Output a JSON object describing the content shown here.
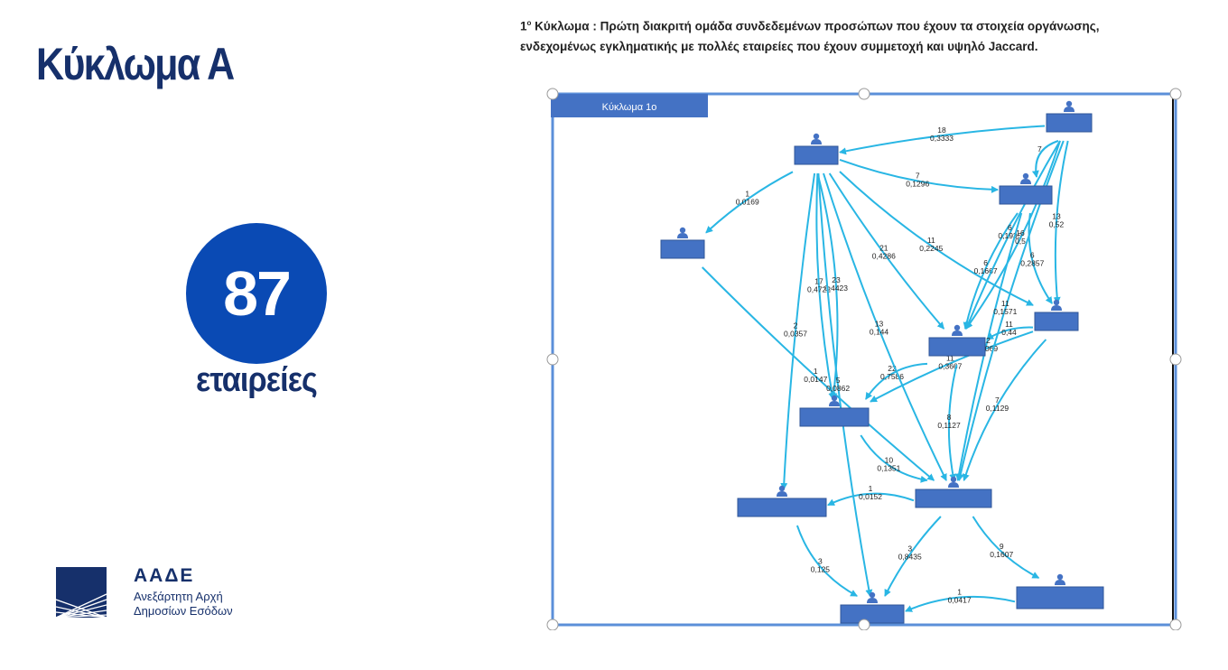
{
  "slide": {
    "title": "Κύκλωμα Α",
    "badge_number": "87",
    "badge_label": "εταιρείες"
  },
  "logo": {
    "abbr": "ΑΑΔΕ",
    "name_line1": "Ανεξάρτητη Αρχή",
    "name_line2": "Δημοσίων Εσόδων"
  },
  "caption": {
    "number": "1",
    "superscript": "ο",
    "text": " Κύκλωμα : Πρώτη διακριτή ομάδα συνδεδεμένων προσώπων που έχουν τα στοιχεία οργάνωσης, ενδεχομένως εγκληματικής με πολλές εταιρείες που έχουν συμμετοχή και υψηλό Jaccard."
  },
  "diagram": {
    "header_label": "Κύκλωμα 1ο",
    "colors": {
      "node": "#4472c4",
      "node_border": "#2f5597",
      "edge": "#29b6e4",
      "frame": "#5b8fd9",
      "label": "#222222"
    },
    "nodes": [
      {
        "id": "A"
      },
      {
        "id": "B"
      },
      {
        "id": "C"
      },
      {
        "id": "D"
      },
      {
        "id": "E"
      },
      {
        "id": "F"
      },
      {
        "id": "G"
      },
      {
        "id": "H"
      },
      {
        "id": "I"
      },
      {
        "id": "J"
      },
      {
        "id": "K"
      },
      {
        "id": "L"
      }
    ],
    "edges": [
      {
        "from": "B",
        "to": "A",
        "count": "18",
        "jaccard": "0,3333"
      },
      {
        "from": "A",
        "to": "C",
        "count": "7",
        "jaccard": "0,1296"
      },
      {
        "from": "B",
        "to": "C",
        "count": "7",
        "jaccard": ""
      },
      {
        "from": "A",
        "to": "D",
        "count": "1",
        "jaccard": "0,0169"
      },
      {
        "from": "A",
        "to": "G",
        "count": "17",
        "jaccard": "0,4722"
      },
      {
        "from": "A",
        "to": "E",
        "count": "11",
        "jaccard": "0,2245"
      },
      {
        "from": "A",
        "to": "F",
        "count": "21",
        "jaccard": "0,4286"
      },
      {
        "from": "C",
        "to": "F",
        "count": "6",
        "jaccard": "0,1667"
      },
      {
        "from": "C",
        "to": "E",
        "count": "6",
        "jaccard": "0,2857"
      },
      {
        "from": "B",
        "to": "F",
        "count": "6",
        "jaccard": "0,1935"
      },
      {
        "from": "B",
        "to": "E",
        "count": "13",
        "jaccard": "0,52"
      },
      {
        "from": "B",
        "to": "F",
        "count": "16",
        "jaccard": "0,5"
      },
      {
        "from": "E",
        "to": "F",
        "count": "11",
        "jaccard": "0,44"
      },
      {
        "from": "A",
        "to": "G",
        "count": "23",
        "jaccard": "0,4423"
      },
      {
        "from": "F",
        "to": "G",
        "count": "22",
        "jaccard": "0,7586"
      },
      {
        "from": "E",
        "to": "G",
        "count": "11",
        "jaccard": "0,3667"
      },
      {
        "from": "F",
        "to": "I",
        "count": "8",
        "jaccard": "0,1127"
      },
      {
        "from": "E",
        "to": "I",
        "count": "7",
        "jaccard": "0,1129"
      },
      {
        "from": "C",
        "to": "I",
        "count": "12",
        "jaccard": "0,2069"
      },
      {
        "from": "B",
        "to": "I",
        "count": "11",
        "jaccard": "0,1571"
      },
      {
        "from": "G",
        "to": "I",
        "count": "10",
        "jaccard": "0,1351"
      },
      {
        "from": "D",
        "to": "I",
        "count": "1",
        "jaccard": "0,0147"
      },
      {
        "from": "A",
        "to": "I",
        "count": "13",
        "jaccard": "0,144"
      },
      {
        "from": "I",
        "to": "H",
        "count": "1",
        "jaccard": "0,0152"
      },
      {
        "from": "A",
        "to": "H",
        "count": "2",
        "jaccard": "0,0357"
      },
      {
        "from": "A",
        "to": "J",
        "count": "5",
        "jaccard": "0,0862"
      },
      {
        "from": "H",
        "to": "J",
        "count": "3",
        "jaccard": "0,125"
      },
      {
        "from": "I",
        "to": "J",
        "count": "3",
        "jaccard": "0,8435"
      },
      {
        "from": "I",
        "to": "K",
        "count": "9",
        "jaccard": "0,1607"
      },
      {
        "from": "K",
        "to": "J",
        "count": "1",
        "jaccard": "0,0417"
      }
    ]
  }
}
